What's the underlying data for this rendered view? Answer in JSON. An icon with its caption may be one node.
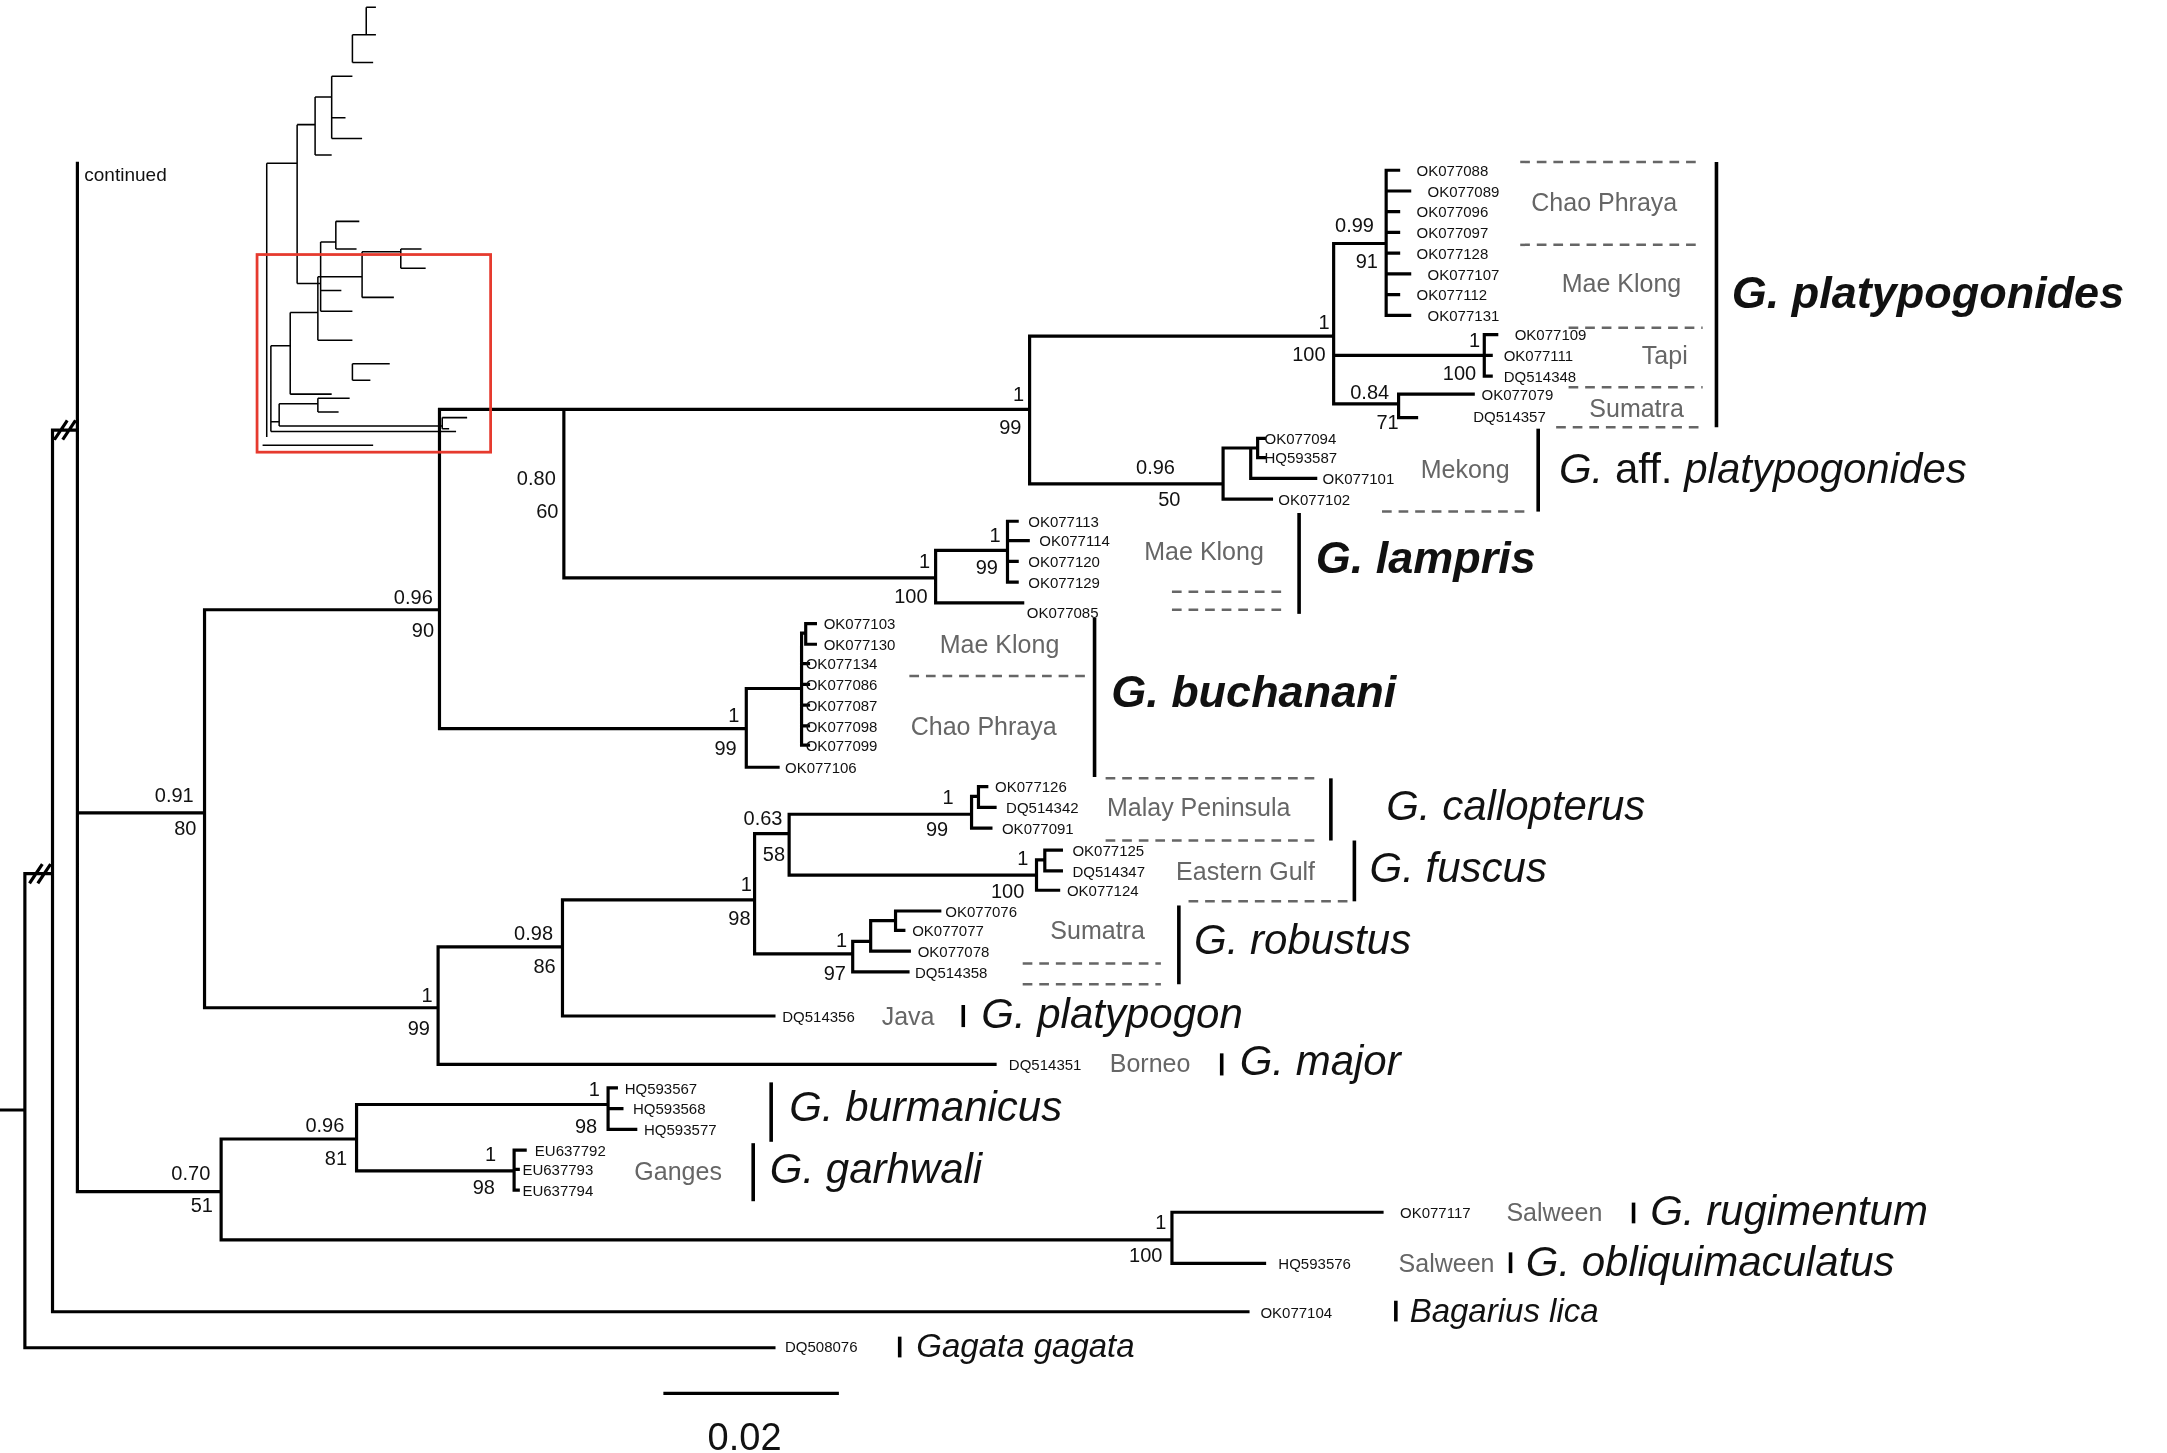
{
  "diagram": {
    "labels": [
      "continued",
      "OK077088",
      "OK077089",
      "OK077096",
      "OK077097",
      "OK077128",
      "OK077107",
      "OK077112",
      "OK077131",
      "Chao Phraya",
      "Mae Klong",
      "0.99",
      "91",
      "1",
      "100",
      "1",
      "100",
      "OK077109",
      "OK077111",
      "DQ514348",
      "Tapi",
      "0.84",
      "71",
      "OK077079",
      "DQ514357",
      "Sumatra",
      "G. platypogonides",
      "1",
      "99",
      "OK077094",
      "HQ593587",
      "OK077101",
      "OK077102",
      "0.96",
      "50",
      "Mekong",
      "*G.* aff. *platypogonides*",
      "0.80",
      "60",
      "OK077113",
      "OK077114",
      "OK077120",
      "OK077129",
      "1",
      "99",
      "1",
      "100",
      "OK077085",
      "Mae Klong",
      "G. lampris",
      "0.96",
      "90",
      "OK077103",
      "OK077130",
      "OK077134",
      "OK077086",
      "OK077087",
      "OK077098",
      "OK077099",
      "OK077106",
      "Mae Klong",
      "Chao Phraya",
      "1",
      "99",
      "G. buchanani",
      "0.91",
      "80",
      "0.63",
      "58",
      "1",
      "99",
      "OK077126",
      "DQ514342",
      "OK077091",
      "Malay Peninsula",
      "G. callopterus",
      "1",
      "100",
      "OK077125",
      "DQ514347",
      "OK077124",
      "Eastern Gulf",
      "G. fuscus",
      "1",
      "98",
      "1",
      "97",
      "OK077076",
      "OK077077",
      "OK077078",
      "DQ514358",
      "Sumatra",
      "G. robustus",
      "0.98",
      "86",
      "1",
      "99",
      "DQ514356",
      "Java",
      "G. platypogon",
      "DQ514351",
      "Borneo",
      "G. major",
      "0.96",
      "81",
      "1",
      "98",
      "HQ593567",
      "HQ593568",
      "HQ593577",
      "G. burmanicus",
      "1",
      "98",
      "EU637792",
      "EU637793",
      "EU637794",
      "Ganges",
      "G. garhwali",
      "0.70",
      "51",
      "1",
      "100",
      "OK077117",
      "Salween",
      "G. rugimentum",
      "HQ593576",
      "Salween",
      "G. obliquimaculatus",
      "OK077104",
      "Bagarius lica",
      "DQ508076",
      "Gagata gagata",
      "0.02"
    ]
  }
}
